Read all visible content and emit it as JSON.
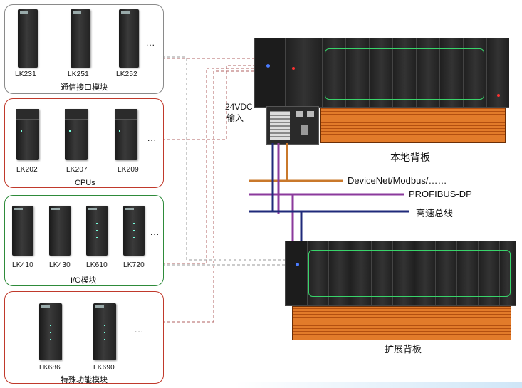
{
  "colors": {
    "devicenet": "#c9782b",
    "profibus": "#8b3a9c",
    "highspeed": "#1f2a7a",
    "connector": "#b06060",
    "terminal": "#e27b2a"
  },
  "groups": {
    "comm": {
      "label": "通信接口模块",
      "modules": [
        "LK231",
        "LK251",
        "LK252"
      ],
      "more": "..."
    },
    "cpu": {
      "label": "CPUs",
      "modules": [
        "LK202",
        "LK207",
        "LK209"
      ],
      "more": "..."
    },
    "io": {
      "label": "I/O模块",
      "modules": [
        "LK410",
        "LK430",
        "LK610",
        "LK720"
      ],
      "more": "..."
    },
    "special": {
      "label": "特殊功能模块",
      "modules": [
        "LK686",
        "LK690"
      ],
      "more": "..."
    }
  },
  "power_input": {
    "line1": "24VDC",
    "line2": "输入"
  },
  "local_backplane": {
    "label": "本地背板"
  },
  "expansion_backplane": {
    "label": "扩展背板"
  },
  "buses": {
    "devicenet": "DeviceNet/Modbus/……",
    "profibus": "PROFIBUS-DP",
    "highspeed": "高速总线"
  }
}
